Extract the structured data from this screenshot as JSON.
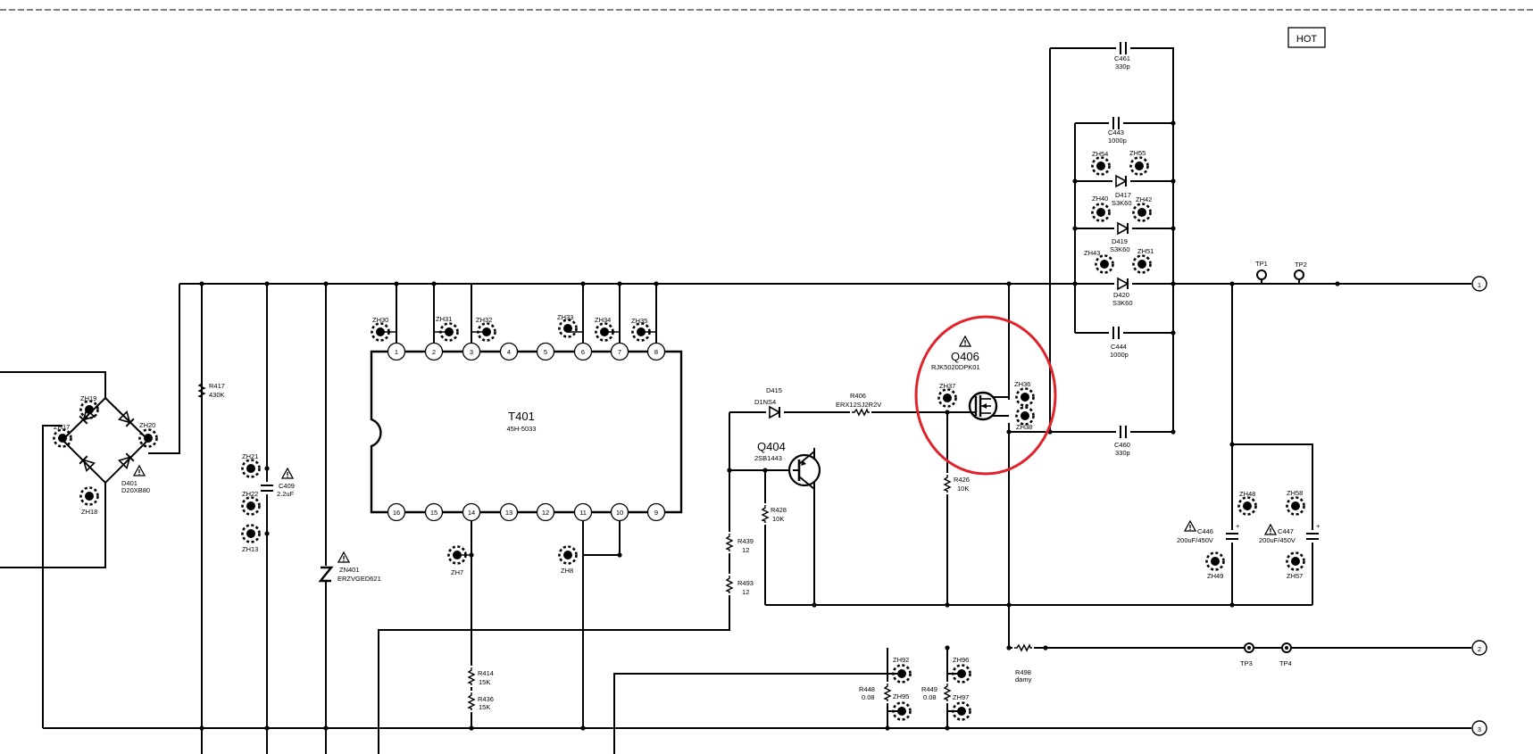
{
  "hot_label": "HOT",
  "transformer": {
    "ref": "T401",
    "part": "45H-5033",
    "top_pins": [
      "1",
      "2",
      "3",
      "4",
      "5",
      "6",
      "7",
      "8"
    ],
    "bottom_pins": [
      "16",
      "15",
      "14",
      "13",
      "12",
      "11",
      "10",
      "9"
    ]
  },
  "q406": {
    "ref": "Q406",
    "part": "RJK5020DPK01"
  },
  "q404": {
    "ref": "Q404",
    "part": "2SB1443"
  },
  "d401": {
    "ref": "D401",
    "part": "D20XB80"
  },
  "c409": {
    "ref": "C409",
    "value": "2.2uF"
  },
  "zn401": {
    "ref": "ZN401",
    "part": "ERZVGED621"
  },
  "r417": {
    "ref": "R417",
    "value": "430K"
  },
  "d415": {
    "ref": "D415",
    "part": "D1NS4"
  },
  "r406": {
    "ref": "R406",
    "part": "ERX12SJ2R2V"
  },
  "r426": {
    "ref": "R426",
    "value": "10K"
  },
  "r428": {
    "ref": "R428",
    "value": "10K"
  },
  "r439": {
    "ref": "R439",
    "value": "12"
  },
  "r493": {
    "ref": "R493",
    "value": "12"
  },
  "r414": {
    "ref": "R414",
    "value": "15K"
  },
  "r436": {
    "ref": "R436",
    "value": "15K"
  },
  "r448": {
    "ref": "R448",
    "value": "0.08"
  },
  "r449": {
    "ref": "R449",
    "value": "0.08"
  },
  "r498": {
    "ref": "R498",
    "value": "damy"
  },
  "c461": {
    "ref": "C461",
    "value": "330p"
  },
  "c443": {
    "ref": "C443",
    "value": "1000p"
  },
  "c444": {
    "ref": "C444",
    "value": "1000p"
  },
  "c460": {
    "ref": "C460",
    "value": "330p"
  },
  "d417": {
    "ref": "D417",
    "part": "S3K60"
  },
  "d419": {
    "ref": "D419",
    "part": "S3K60"
  },
  "d420": {
    "ref": "D420",
    "part": "S3K60"
  },
  "c446": {
    "ref": "C446",
    "value": "200uF/450V"
  },
  "c447": {
    "ref": "C447",
    "value": "200uF/450V"
  },
  "test_points": [
    "TP1",
    "TP2",
    "TP3",
    "TP4"
  ],
  "connectors": [
    "1",
    "2",
    "3"
  ],
  "zh": {
    "zh19": "ZH19",
    "zh17": "ZH17",
    "zh20": "ZH20",
    "zh18": "ZH18",
    "zh21": "ZH21",
    "zh22": "ZH22",
    "zh13": "ZH13",
    "zh30": "ZH30",
    "zh31": "ZH31",
    "zh32": "ZH32",
    "zh33": "ZH33",
    "zh34": "ZH34",
    "zh35": "ZH35",
    "zh7": "ZH7",
    "zh8": "ZH8",
    "zh37": "ZH37",
    "zh36": "ZH36",
    "zh38": "ZH38",
    "zh54": "ZH54",
    "zh55": "ZH55",
    "zh40": "ZH40",
    "zh42": "ZH42",
    "zh43": "ZH43",
    "zh51": "ZH51",
    "zh48": "ZH48",
    "zh58": "ZH58",
    "zh49": "ZH49",
    "zh57": "ZH57",
    "zh92": "ZH92",
    "zh95": "ZH95",
    "zh96": "ZH96",
    "zh97": "ZH97"
  },
  "colors": {
    "line": "#000000",
    "highlight": "#e0232b",
    "background": "#ffffff"
  }
}
